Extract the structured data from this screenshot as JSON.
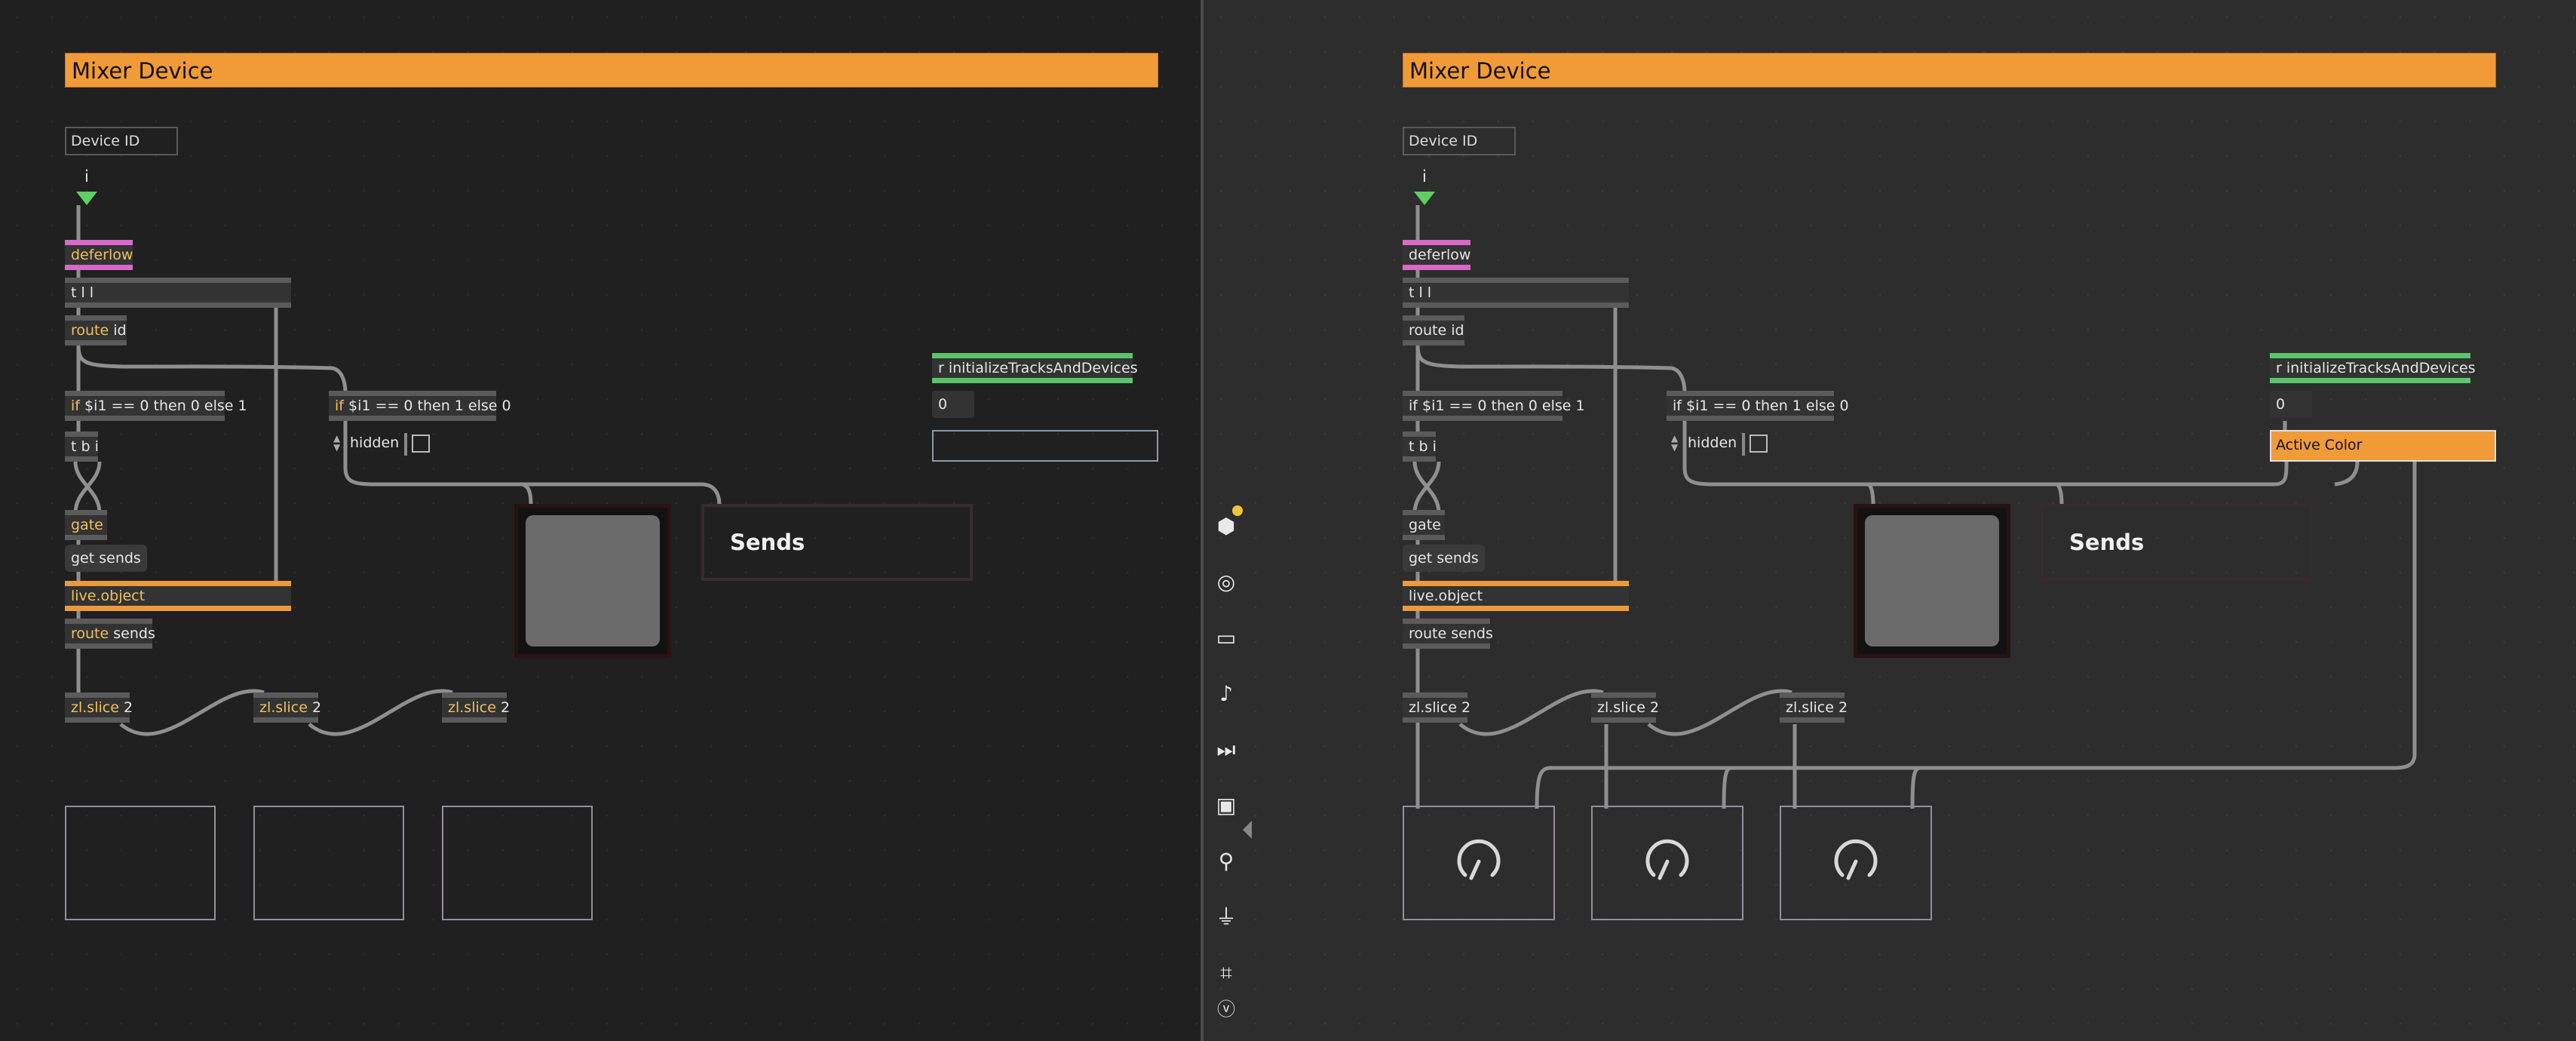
{
  "app": {
    "title": "Mixer Device"
  },
  "objects": {
    "device_id": "Device ID",
    "inlet": "i",
    "deferlow": "deferlow",
    "t_ll": "t l l",
    "route_kw": "route",
    "route_id_arg": "id",
    "if_kw": "if",
    "if_left_arg": "$i1 == 0 then 0 else 1",
    "if_right_arg": "$i1 == 0 then 1 else 0",
    "t_bi": "t b i",
    "gate": "gate",
    "get_sends": "get sends",
    "live_object": "live.object",
    "route_sends_arg": "sends",
    "zl_kw": "zl.slice",
    "zl_arg": "2",
    "hidden": "hidden",
    "receive_kw": "r",
    "receive_arg": "initializeTracksAndDevices",
    "number": "0",
    "sends_label": "Sends",
    "active_color": "Active Color"
  },
  "colors": {
    "header": "#f19a38",
    "deferlow": "#d968c9",
    "live_object": "#ed9a3a",
    "receive": "#5cc46a",
    "inlet_arrow": "#5fce63",
    "sidebar_dot": "#f0c33a"
  },
  "sidebar": {
    "icons": [
      "package-icon",
      "target-icon",
      "monitor-icon",
      "music-note-icon",
      "step-forward-icon",
      "image-icon",
      "paperclip-icon",
      "plug-icon",
      "device-icon",
      "info-icon"
    ]
  }
}
